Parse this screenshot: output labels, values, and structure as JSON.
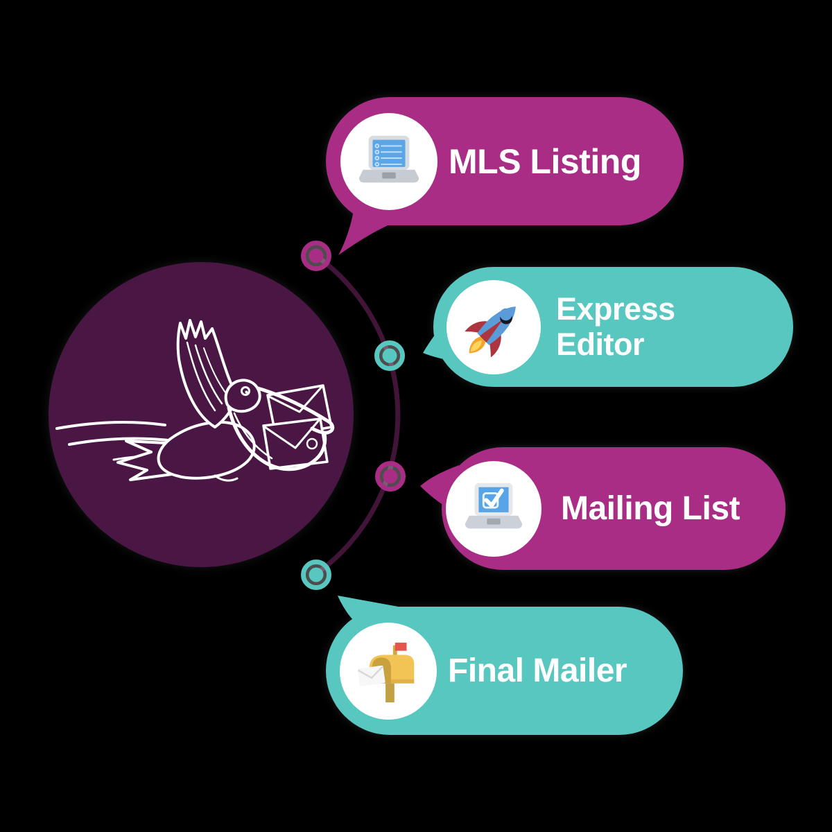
{
  "palette": {
    "background": "#000000",
    "magenta": "#A92C85",
    "teal": "#57C7C0",
    "hub_purple": "#4A1745",
    "connector_purple": "#421538",
    "text_white": "#FFFFFF",
    "icon_blue": "#5B9FE0",
    "icon_red": "#AC3540",
    "icon_flame": "#F6A32B",
    "icon_gold": "#F2C455"
  },
  "hub": {
    "icon": "pelican-mail-icon",
    "description": "pelican flying with mail envelopes in its beak"
  },
  "steps": [
    {
      "label": "MLS Listing",
      "icon": "laptop-list-icon",
      "bubble_color": "#A92C85",
      "dot_color": "#A92C85"
    },
    {
      "label": "Express Editor",
      "icon": "rocket-icon",
      "bubble_color": "#57C7C0",
      "dot_color": "#57C7C0"
    },
    {
      "label": "Mailing List",
      "icon": "laptop-check-icon",
      "bubble_color": "#A92C85",
      "dot_color": "#A92C85"
    },
    {
      "label": "Final Mailer",
      "icon": "mailbox-icon",
      "bubble_color": "#57C7C0",
      "dot_color": "#57C7C0"
    }
  ]
}
